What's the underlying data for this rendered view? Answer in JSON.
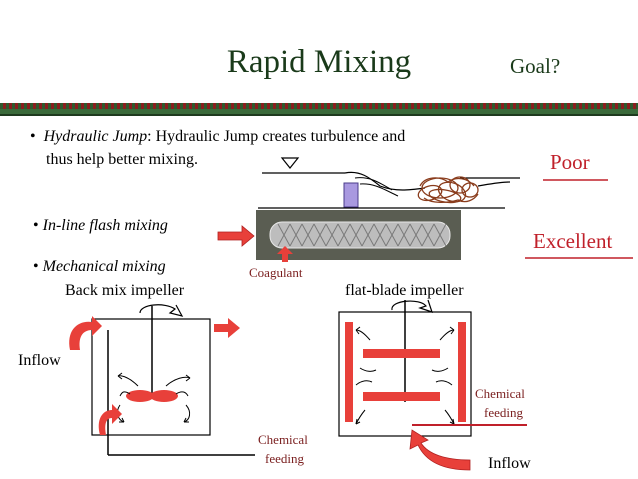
{
  "slide": {
    "title": "Rapid Mixing",
    "goal": "Goal?"
  },
  "bullets": {
    "b1_symbol": "•",
    "b1_italic": "Hydraulic Jump",
    "b1_rest": ": Hydraulic Jump creates turbulence and",
    "b1_line2": "thus help better mixing.",
    "b2_symbol": "•",
    "b2_italic": "In-line flash mixing",
    "b3_symbol": "•",
    "b3_italic": "Mechanical mixing"
  },
  "ratings": {
    "poor": "Poor",
    "excellent": "Excellent"
  },
  "labels": {
    "coagulant": "Coagulant",
    "back_mix": "Back mix impeller",
    "flat_blade": "flat-blade impeller",
    "inflow_left": "Inflow",
    "inflow_right": "Inflow",
    "chem_left_1": "Chemical",
    "chem_left_2": "feeding",
    "chem_right_1": "Chemical",
    "chem_right_2": "feeding"
  },
  "colors": {
    "title": "#1a3a1a",
    "accent_red": "#e8403a",
    "rating_red": "#c0202a",
    "band_green": "#2e5a2e",
    "band_red": "#8a1e1e"
  }
}
